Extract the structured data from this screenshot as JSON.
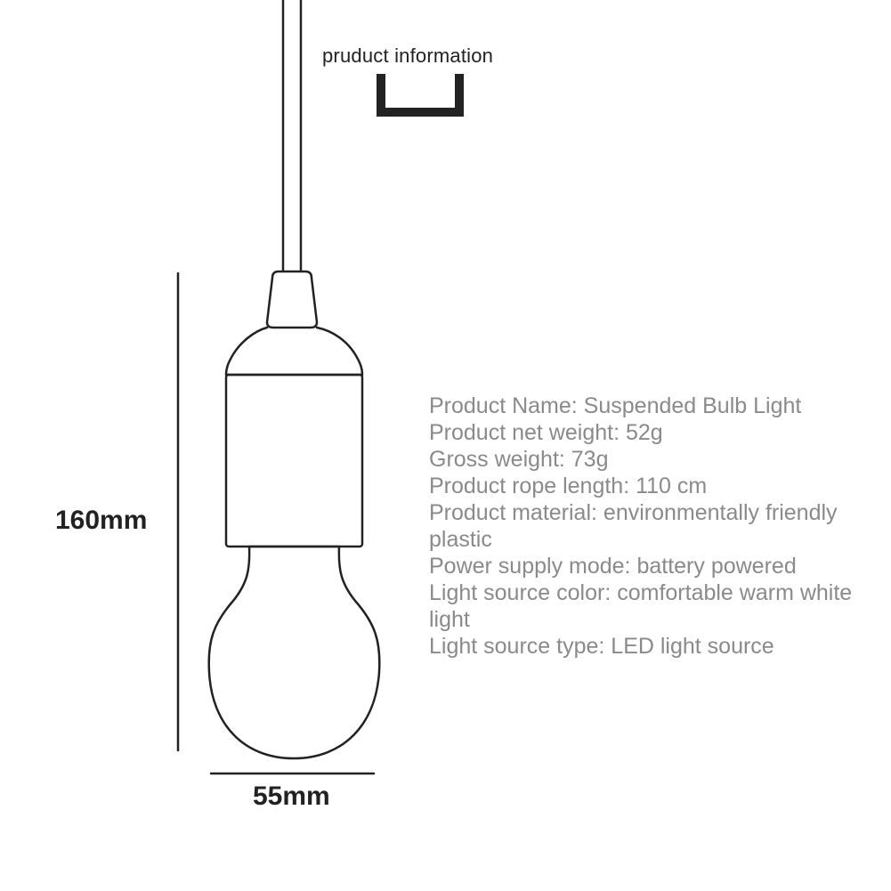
{
  "header": {
    "title": "pruduct information"
  },
  "dimensions": {
    "height_label": "160mm",
    "width_label": "55mm"
  },
  "specs": [
    "Product Name: Suspended Bulb Light",
    "Product net weight: 52g",
    "Gross weight: 73g",
    "Product rope length: 110 cm",
    "Product material: environmentally friendly plastic",
    "Power supply mode: battery powered",
    "Light source color: comfortable warm white light",
    "Light source type: LED light source"
  ],
  "colors": {
    "line": "#222222",
    "spec_text": "#8a8a8a",
    "background": "#ffffff"
  }
}
